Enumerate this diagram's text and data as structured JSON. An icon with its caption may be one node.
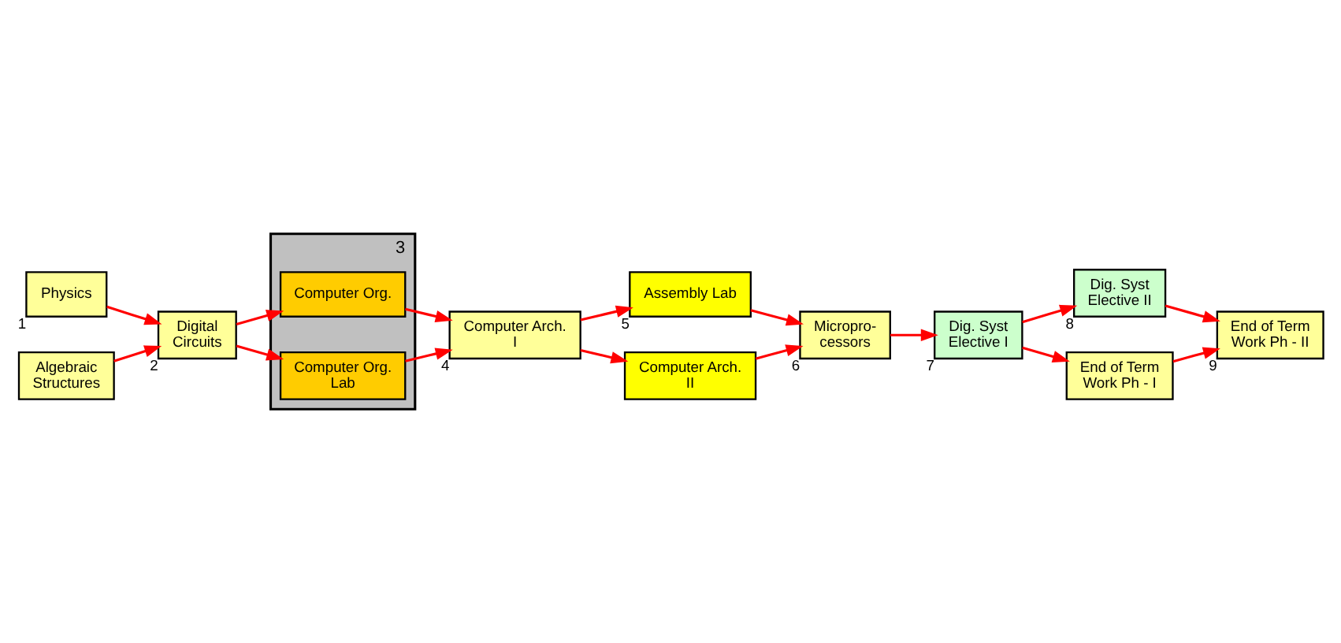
{
  "diagram": {
    "nodes": [
      {
        "text": [
          "Physics"
        ],
        "beside": [
          "1"
        ]
      },
      {
        "text": [
          "Algebraic Structures"
        ]
      },
      {
        "text": [
          "Digital Circuits"
        ],
        "beside": [
          "2"
        ]
      },
      {
        "text": [],
        "shape": "box",
        "beside": [
          "3"
        ]
      },
      {
        "text": [
          "Computer Org."
        ],
        "in": 3
      },
      {
        "text": [
          "Computer Org. Lab"
        ],
        "in": 3
      },
      {
        "text": [
          "Computer Arch. I"
        ],
        "beside": [
          "4"
        ]
      },
      {
        "text": [
          "Assembly Lab"
        ],
        "beside": [
          "5"
        ]
      },
      {
        "text": [
          "Computer Arch. II"
        ]
      },
      {
        "text": [
          "Micropro- cessors"
        ],
        "beside": [
          "6"
        ]
      },
      {
        "text": [
          "Dig. Syst Elective I"
        ],
        "beside": [
          "7"
        ]
      },
      {
        "text": [
          "Dig. Syst Elective II"
        ],
        "beside": [
          "8"
        ]
      },
      {
        "text": [
          "End of Term Work Ph - I"
        ]
      },
      {
        "text": [
          "End of Term Work Ph - II"
        ],
        "beside": [
          "9"
        ]
      }
    ],
    "edges": [
      {
        "from": 0,
        "to": 2,
        "arrow": "to"
      },
      {
        "from": 1,
        "to": 2,
        "arrow": "to"
      },
      {
        "from": 2,
        "to": 4,
        "arrow": "to"
      },
      {
        "from": 2,
        "to": 5,
        "arrow": "to"
      },
      {
        "from": 4,
        "to": 6,
        "arrow": "to"
      },
      {
        "from": 5,
        "to": 6,
        "arrow": "to"
      },
      {
        "from": 6,
        "to": 7,
        "arrow": "to"
      },
      {
        "from": 6,
        "to": 8,
        "arrow": "to"
      },
      {
        "from": 7,
        "to": 9,
        "arrow": "to"
      },
      {
        "from": 8,
        "to": 9,
        "arrow": "to"
      },
      {
        "from": 9,
        "to": 10,
        "arrow": "to"
      },
      {
        "from": 10,
        "to": 11,
        "arrow": "to"
      },
      {
        "from": 10,
        "to": 12,
        "arrow": "to"
      },
      {
        "from": 11,
        "to": 13,
        "arrow": "to"
      },
      {
        "from": 12,
        "to": 13,
        "arrow": "to"
      }
    ]
  }
}
